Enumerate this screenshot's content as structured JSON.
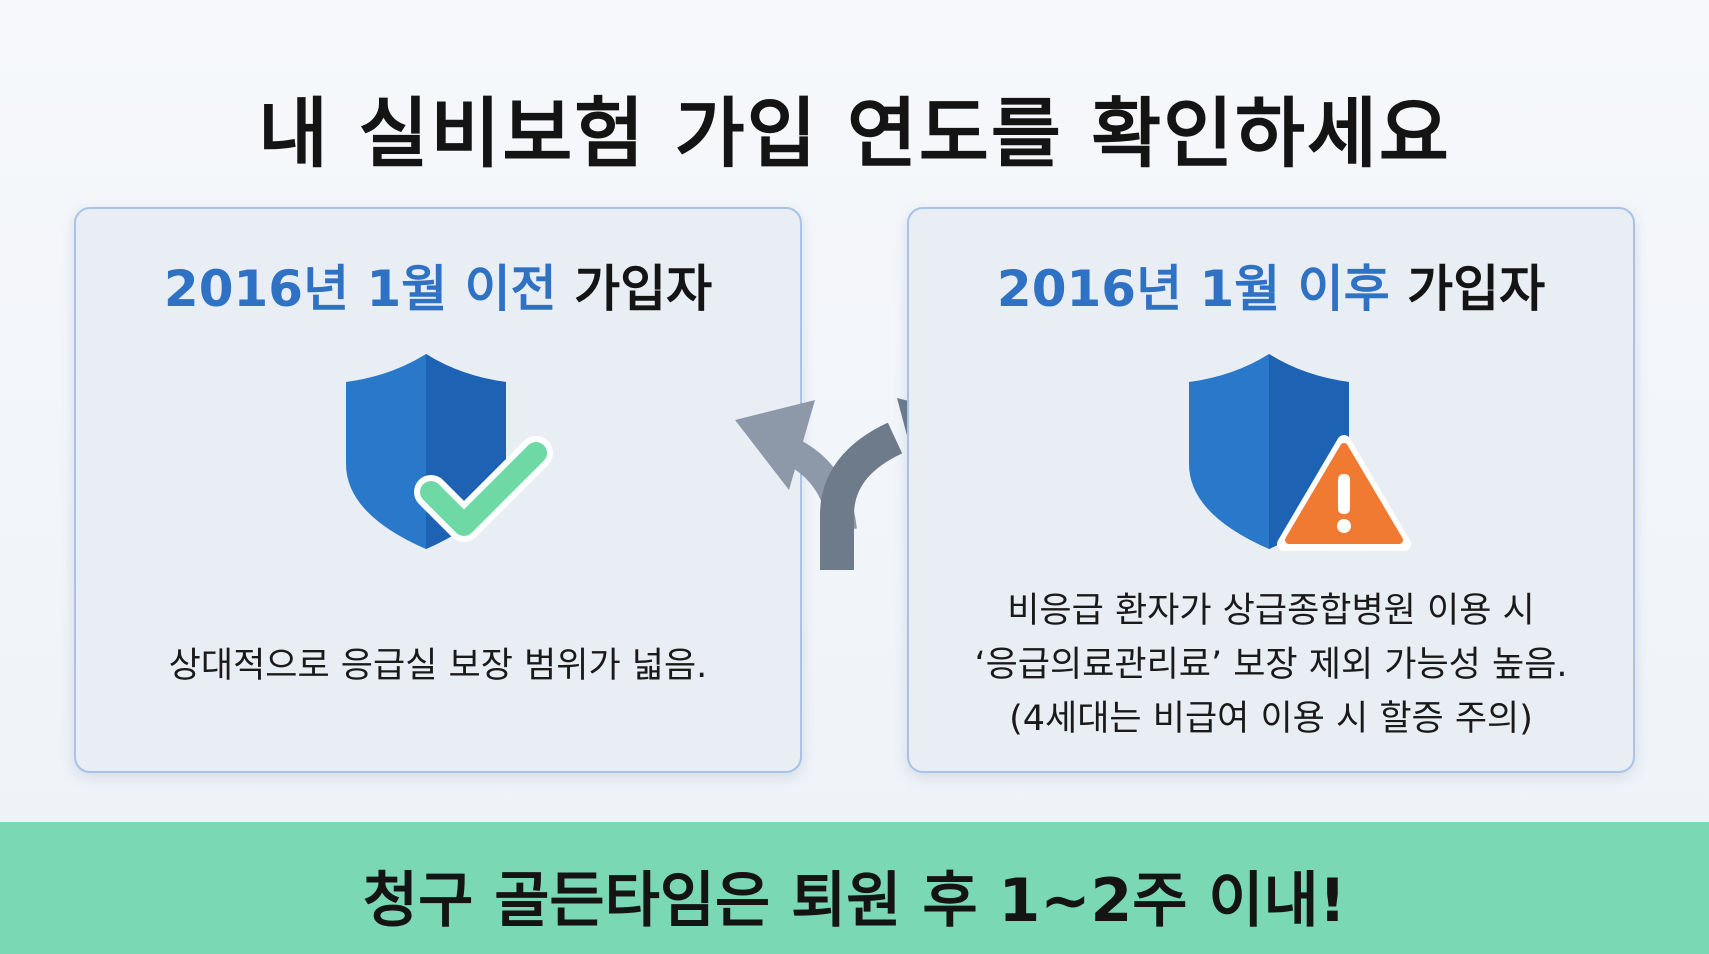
{
  "title": "내 실비보험 가입 연도를 확인하세요",
  "left_card": {
    "title_accent": "2016년 1월 이전",
    "title_rest": "가입자",
    "icon": "shield-check-icon",
    "desc_lines": [
      "상대적으로 응급실 보장 범위가 넓음."
    ]
  },
  "right_card": {
    "title_accent": "2016년 1월 이후",
    "title_rest": "가입자",
    "icon": "shield-warning-icon",
    "desc_lines": [
      "비응급 환자가 상급종합병원 이용 시",
      "‘응급의료관리료’ 보장 제외 가능성 높음.",
      "(4세대는 비급여 이용 시 할증 주의)"
    ]
  },
  "center_icon": "split-arrows-icon",
  "footer": {
    "text": "청구 골든타임은 퇴원 후 1~2주 이내!"
  },
  "colors": {
    "accent_blue": "#2f72c4",
    "shield_blue": "#2a78c9",
    "check_green": "#6fd9a5",
    "warning_orange": "#f07a32",
    "footer_green": "#7ad8b4",
    "arrow_gray": "#7d8a99"
  }
}
